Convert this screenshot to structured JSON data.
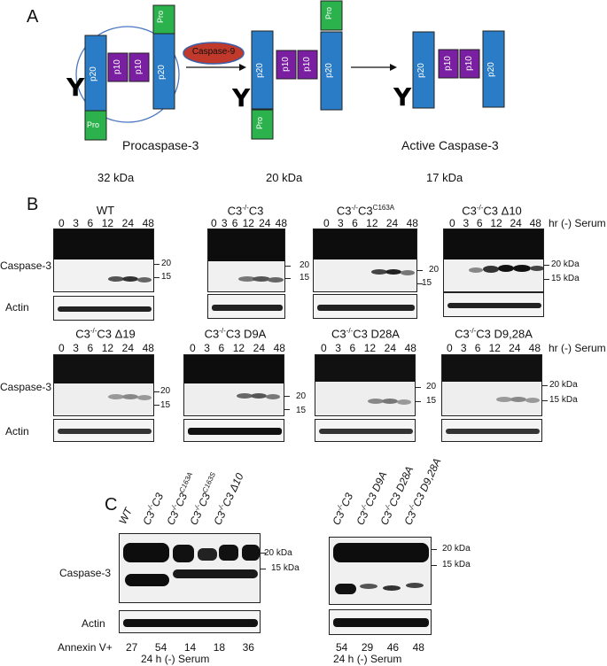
{
  "panelA": {
    "letter": "A",
    "subunits": {
      "pro": "Pro",
      "p20": "p20",
      "p10": "p10"
    },
    "enzyme": "Caspase-9",
    "labels": {
      "procaspase": "Procaspase-3",
      "active": "Active Caspase-3"
    },
    "sizes": [
      "32 kDa",
      "20 kDa",
      "17 kDa"
    ],
    "colors": {
      "p20": "#2a7cc7",
      "p10": "#7a1fa2",
      "pro": "#2bb24c",
      "caspase9": "#c0392b"
    }
  },
  "panelB": {
    "letter": "B",
    "lanes": [
      "0",
      "3",
      "6",
      "12",
      "24",
      "48"
    ],
    "timeLabel": "hr (-) Serum",
    "rowLabels": {
      "caspase": "Caspase-3",
      "actin": "Actin"
    },
    "mw": {
      "m20": "20",
      "m15": "15",
      "m20k": "20 kDa",
      "m15k": "15 kDa"
    },
    "blots": [
      {
        "title": "WT"
      },
      {
        "title": "C3-/-C3"
      },
      {
        "title": "C3-/-C3C163A"
      },
      {
        "title": "C3-/-C3 Δ10"
      },
      {
        "title": "C3-/-C3 Δ19"
      },
      {
        "title": "C3-/-C3 D9A"
      },
      {
        "title": "C3-/-C3 D28A"
      },
      {
        "title": "C3-/-C3 D9,28A"
      }
    ]
  },
  "panelC": {
    "letter": "C",
    "leftLanes": [
      "WT",
      "C3-/-C3",
      "C3-/-C3C163A",
      "C3-/-C3C163S",
      "C3-/-C3 Δ10"
    ],
    "rightLanes": [
      "C3-/-C3",
      "C3-/-C3 D9A",
      "C3-/-C3 D28A",
      "C3-/-C3 D9,28A"
    ],
    "rowLabels": {
      "caspase": "Caspase-3",
      "actin": "Actin",
      "annexin": "Annexin V+"
    },
    "annexinLeft": [
      "27",
      "54",
      "14",
      "18",
      "36"
    ],
    "annexinRight": [
      "54",
      "29",
      "46",
      "48"
    ],
    "condition": "24 h (-) Serum",
    "mw": {
      "m20k": "20 kDa",
      "m15k": "15 kDa"
    }
  }
}
